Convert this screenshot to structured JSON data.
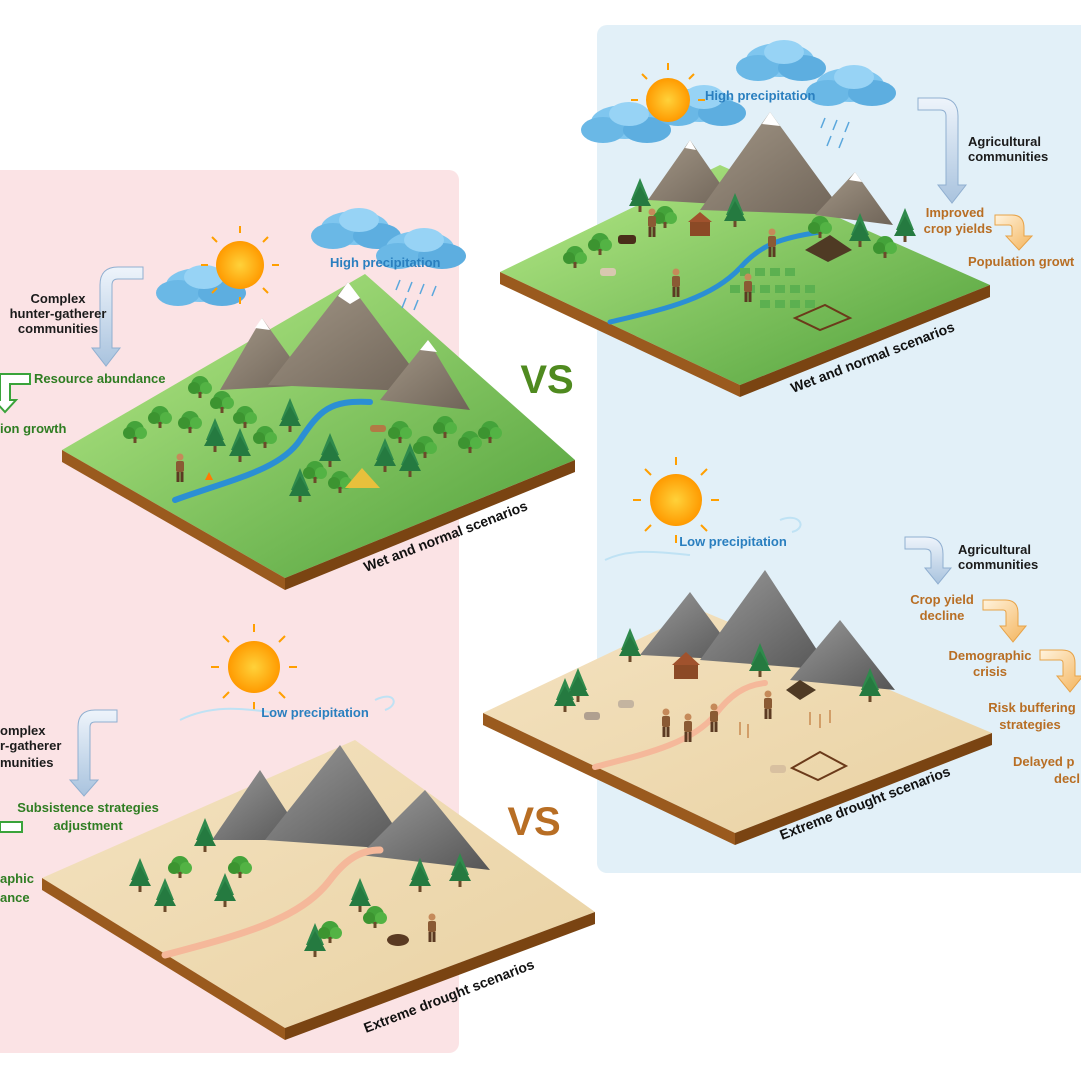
{
  "colors": {
    "left_panel": "#fbe3e5",
    "right_panel": "#e2f0f8",
    "green_text": "#2f7d22",
    "brown_text": "#b86e24",
    "precip_text": "#2a7fbf",
    "vs_green": "#4f8a1f",
    "vs_brown": "#b86e24"
  },
  "left": {
    "wet": {
      "precipitation": "High precipitation",
      "community": [
        "Complex",
        "hunter-gatherer",
        "communities"
      ],
      "outcome1": "Resource abundance",
      "outcome2": "ion growth",
      "scenario": "Wet and normal scenarios"
    },
    "dry": {
      "precipitation": "Low precipitation",
      "community": [
        "omplex",
        "r-gatherer",
        "munities"
      ],
      "outcome1": [
        "Subsistence strategies",
        "adjustment"
      ],
      "outcome2": [
        "aphic",
        "ance"
      ],
      "scenario": "Extreme drought scenarios"
    }
  },
  "right": {
    "wet": {
      "precipitation": "High precipitation",
      "community": [
        "Agricultural",
        "communities"
      ],
      "outcome1": [
        "Improved",
        "crop yields"
      ],
      "outcome2": "Population growt",
      "scenario": "Wet and normal scenarios"
    },
    "dry": {
      "precipitation": "Low precipitation",
      "community": [
        "Agricultural",
        "communities"
      ],
      "outcome1": [
        "Crop yield",
        "decline"
      ],
      "outcome2": [
        "Demographic",
        "crisis"
      ],
      "outcome3": [
        "Risk buffering",
        "strategies"
      ],
      "outcome4": [
        "Delayed p",
        "decl"
      ],
      "scenario": "Extreme drought scenarios"
    }
  },
  "vs_top": "VS",
  "vs_bottom": "VS"
}
